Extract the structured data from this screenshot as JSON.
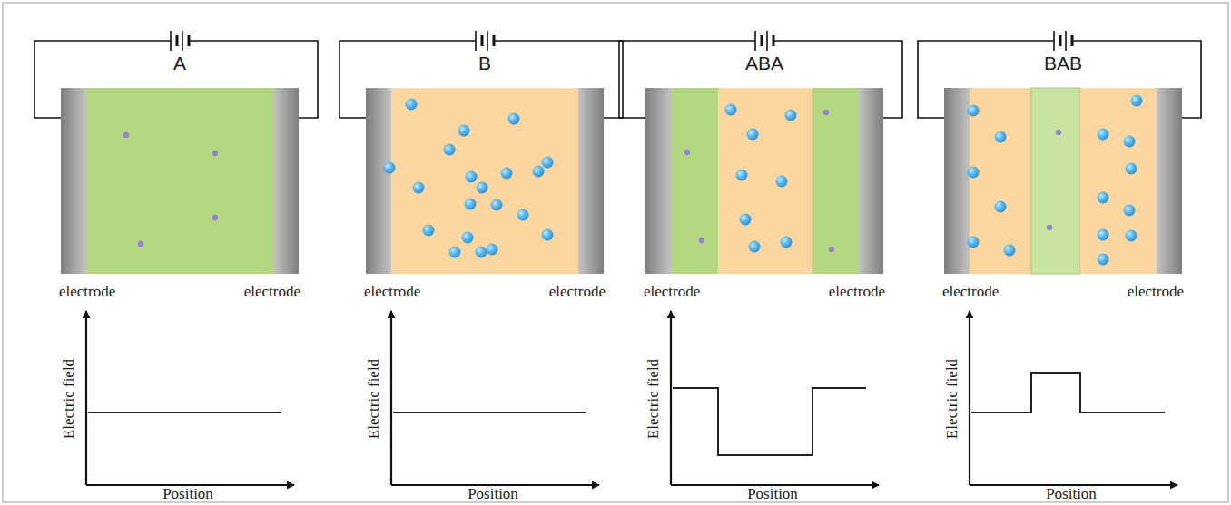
{
  "diagram": {
    "labels": [
      "A",
      "electrode",
      "electrode",
      "Electric field",
      "Position",
      "B",
      "electrode",
      "electrode",
      "Electric field",
      "Position",
      "ABA",
      "electrode",
      "electrode",
      "Electric field",
      "Position",
      "BAB",
      "electrode",
      "electrode",
      "Electric field",
      "Position"
    ]
  }
}
